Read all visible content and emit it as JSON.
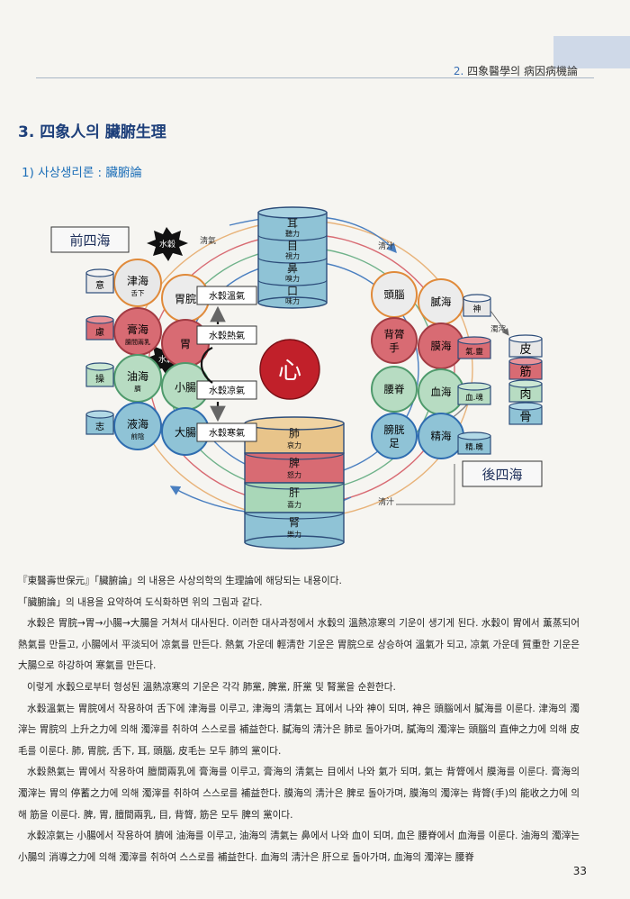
{
  "header": {
    "number": "2.",
    "title": "四象醫學의 病因病機論"
  },
  "section_title": "3. 四象人의 臟腑生理",
  "sub_title": "1) 사상생리론 : 臟腑論",
  "diagram": {
    "front_label": "前四海",
    "back_label": "後四海",
    "center": "心",
    "top_stack": [
      {
        "organ": "耳",
        "power": "聽力"
      },
      {
        "organ": "目",
        "power": "視力"
      },
      {
        "organ": "鼻",
        "power": "嗅力"
      },
      {
        "organ": "口",
        "power": "味力"
      }
    ],
    "bottom_stack": [
      {
        "organ": "肺",
        "power": "哀力"
      },
      {
        "organ": "脾",
        "power": "怒力"
      },
      {
        "organ": "肝",
        "power": "喜力"
      },
      {
        "organ": "腎",
        "power": "樂力"
      }
    ],
    "left_organs": [
      "胃脘",
      "胃",
      "小腸",
      "大腸"
    ],
    "left_seas": [
      {
        "name": "津海",
        "sub": "舌下"
      },
      {
        "name": "膏海",
        "sub": "膻間兩乳"
      },
      {
        "name": "油海",
        "sub": "臍"
      },
      {
        "name": "液海",
        "sub": "前陰"
      }
    ],
    "left_stores": [
      "意",
      "慮",
      "操",
      "志"
    ],
    "qi_boxes": [
      "水穀溫氣",
      "水穀熱氣",
      "水穀凉氣",
      "水穀寒氣"
    ],
    "water_grain": "水穀",
    "clear_qi": "淸氣",
    "right_organs": [
      {
        "name": "頭腦",
        "sub": ""
      },
      {
        "name": "背膂",
        "sub": "手"
      },
      {
        "name": "腰脊",
        "sub": ""
      },
      {
        "name": "膀胱",
        "sub": "足"
      }
    ],
    "right_seas": [
      "膩海",
      "膜海",
      "血海",
      "精海"
    ],
    "right_stores": [
      "神",
      "氣.靈",
      "血.魂",
      "精.魄"
    ],
    "tissues": [
      "皮",
      "筋",
      "肉",
      "骨"
    ],
    "turbid": "濁滓",
    "clear_juice": "淸汁"
  },
  "paragraphs": [
    "『東醫壽世保元』「臟腑論」의 내용은 사상의학의 生理論에 해당되는 내용이다.",
    "「臟腑論」의 내용을 요약하여 도식화하면 위의 그림과 같다.",
    "水穀은 胃脘→胃→小腸→大腸을 거쳐서 대사된다. 이러한 대사과정에서 水穀의 溫熱凉寒의 기운이 생기게 된다. 水穀이 胃에서 薰蒸되어 熱氣를 만들고, 小腸에서 平淡되어 凉氣를 만든다. 熱氣 가운데 輕淸한 기운은 胃脘으로 상승하여 溫氣가 되고, 凉氣 가운데 質重한 기운은 大腸으로 하강하여 寒氣를 만든다.",
    "이렇게 水穀으로부터 형성된 溫熱凉寒의 기운은 각각 肺黨, 脾黨, 肝黨 및 腎黨을 순환한다.",
    "水穀溫氣는 胃脘에서 작용하여 舌下에 津海를 이루고, 津海의 淸氣는 耳에서 나와 神이 되며, 神은 頭腦에서 膩海를 이룬다. 津海의 濁滓는 胃脘의 上升之力에 의해 濁滓를 취하여 스스로를 補益한다. 膩海의 淸汁은 肺로 돌아가며, 膩海의 濁滓는 頭腦의 直伸之力에 의해 皮毛를 이룬다. 肺, 胃脘, 舌下, 耳, 頭腦, 皮毛는 모두 肺의 黨이다.",
    "水穀熱氣는 胃에서 작용하여 膻間兩乳에 膏海를 이루고, 膏海의 淸氣는 目에서 나와 氣가 되며, 氣는 背膂에서 膜海를 이룬다. 膏海의 濁滓는 胃의 停蓄之力에 의해 濁滓를 취하여 스스로를 補益한다. 膜海의 淸汁은 脾로 돌아가며, 膜海의 濁滓는 背膂(手)의 能收之力에 의해 筋을 이룬다. 脾, 胃, 膻間兩乳, 目, 背膂, 筋은 모두 脾의 黨이다.",
    "水穀凉氣는 小腸에서 작용하여 臍에 油海를 이루고, 油海의 淸氣는 鼻에서 나와 血이 되며, 血은 腰脊에서 血海를 이룬다. 油海의 濁滓는 小腸의 消導之力에 의해 濁滓를 취하여 스스로를 補益한다. 血海의 淸汁은 肝으로 돌아가며, 血海의 濁滓는 腰脊"
  ],
  "page_number": "33",
  "colors": {
    "blue": "#2f6db0",
    "red": "#d86b73",
    "green": "#6fb28a",
    "cylinder_blue": "#8fc3d6"
  }
}
